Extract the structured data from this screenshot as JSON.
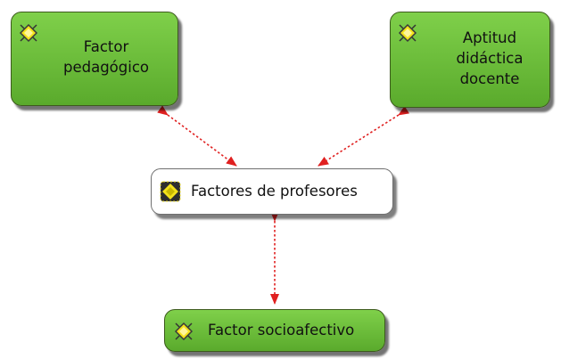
{
  "diagram": {
    "nodes": {
      "factor_pedagogico": {
        "line1": "Factor",
        "line2": "pedagógico",
        "icon": "component-icon"
      },
      "aptitud_didactica": {
        "line1": "Aptitud",
        "line2": "didáctica",
        "line3": "docente",
        "icon": "component-icon"
      },
      "factores_profesores": {
        "label": "Factores de profesores",
        "icon": "component-group-icon"
      },
      "factor_socioafectivo": {
        "label": "Factor socioafectivo",
        "icon": "component-icon"
      }
    },
    "edges": [
      {
        "from": "factores_profesores",
        "to": "factor_pedagogico",
        "style": "dotted",
        "arrows": "both"
      },
      {
        "from": "factores_profesores",
        "to": "aptitud_didactica",
        "style": "dotted",
        "arrows": "both"
      },
      {
        "from": "factores_profesores",
        "to": "factor_socioafectivo",
        "style": "dotted",
        "arrows": "both"
      }
    ],
    "colors": {
      "node_green": "#6abf3a",
      "node_border": "#3d5a1e",
      "edge": "#e02020",
      "icon_yellow": "#f3e21a"
    }
  }
}
